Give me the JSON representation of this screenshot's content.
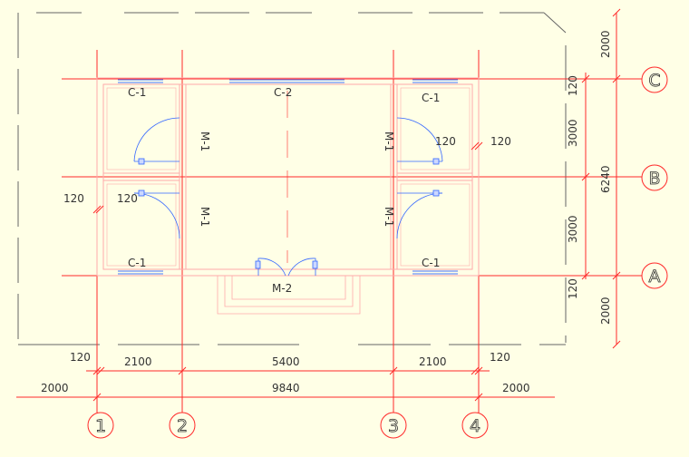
{
  "colors": {
    "background": "#ffffe6",
    "wall": "#ffb3b3",
    "axis": "#ff0000",
    "dim": "#ff3333",
    "door": "#2255ff",
    "window": "#4477ff",
    "text": "#333333",
    "boundary": "#666666"
  },
  "grid_axes": {
    "vertical": [
      "1",
      "2",
      "3",
      "4"
    ],
    "horizontal": [
      "A",
      "B",
      "C"
    ]
  },
  "rooms": {
    "windows": {
      "top_left": "C-1",
      "top_center": "C-2",
      "top_right": "C-1",
      "bottom_left": "C-1",
      "bottom_right": "C-1"
    },
    "doors": {
      "left_upper": "M-1",
      "left_lower": "M-1",
      "right_upper": "M-1",
      "right_lower": "M-1",
      "main_entrance": "M-2"
    },
    "wall_thickness": {
      "inner_left": "120",
      "inner_right": "120",
      "outer_left": "120",
      "outer_right": "120"
    }
  },
  "dimensions": {
    "bottom_row1": {
      "left_wall": "120",
      "span_1_2": "2100",
      "span_2_3": "5400",
      "span_3_4": "2100",
      "right_wall": "120"
    },
    "bottom_row2": {
      "left_ext": "2000",
      "total": "9840",
      "right_ext": "2000"
    },
    "right_col1": {
      "top_wall": "120",
      "span_C_B": "3000",
      "span_B_A": "3000",
      "bottom_wall": "120"
    },
    "right_col2": {
      "top_ext": "2000",
      "total": "6240",
      "bottom_ext": "2000"
    }
  }
}
